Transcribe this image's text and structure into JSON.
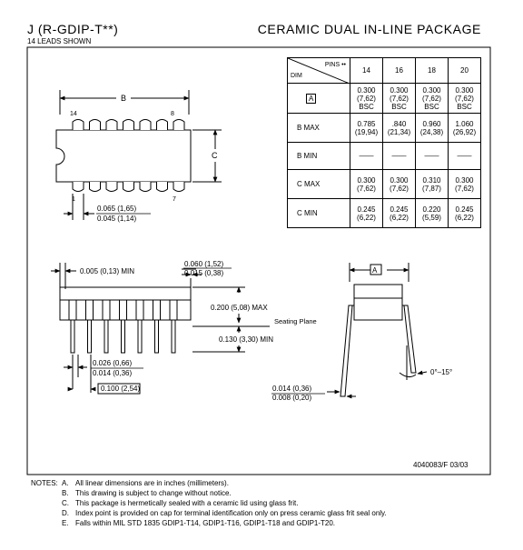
{
  "header": {
    "left_title": "J (R-GDIP-T**)",
    "left_subtitle": "14 LEADS SHOWN",
    "right_title": "CERAMIC DUAL IN-LINE PACKAGE"
  },
  "table": {
    "header_pins": "PINS ••",
    "header_dim": "DIM",
    "pins": [
      "14",
      "16",
      "18",
      "20"
    ],
    "rows": [
      {
        "label": "A",
        "values": [
          [
            "0.300",
            "(7,62)",
            "BSC"
          ],
          [
            "0.300",
            "(7,62)",
            "BSC"
          ],
          [
            "0.300",
            "(7,62)",
            "BSC"
          ],
          [
            "0.300",
            "(7,62)",
            "BSC"
          ]
        ]
      },
      {
        "label": "B  MAX",
        "values": [
          [
            "0.785",
            "(19,94)"
          ],
          [
            ".840",
            "(21,34)"
          ],
          [
            "0.960",
            "(24,38)"
          ],
          [
            "1.060",
            "(26,92)"
          ]
        ]
      },
      {
        "label": "B  MIN",
        "values": [
          [
            "——"
          ],
          [
            "——"
          ],
          [
            "——"
          ],
          [
            "——"
          ]
        ]
      },
      {
        "label": "C  MAX",
        "values": [
          [
            "0.300",
            "(7,62)"
          ],
          [
            "0.300",
            "(7,62)"
          ],
          [
            "0.310",
            "(7,87)"
          ],
          [
            "0.300",
            "(7,62)"
          ]
        ]
      },
      {
        "label": "C  MIN",
        "values": [
          [
            "0.245",
            "(6,22)"
          ],
          [
            "0.245",
            "(6,22)"
          ],
          [
            "0.220",
            "(5,59)"
          ],
          [
            "0.245",
            "(6,22)"
          ]
        ]
      }
    ]
  },
  "top_view": {
    "dim_b": "B",
    "dim_c": "C",
    "pin_14": "14",
    "pin_8": "8",
    "pin_1": "1",
    "pin_7": "7",
    "lead_width_max": "0.065 (1,65)",
    "lead_width_min": "0.045 (1,14)"
  },
  "side_view": {
    "end_clearance": "0.005 (0,13) MIN",
    "shoulder_max": "0.060 (1,52)",
    "shoulder_min": "0.015 (0,38)",
    "height_max": "0.200 (5,08) MAX",
    "seating_plane": "Seating Plane",
    "lead_length_min": "0.130 (3,30) MIN",
    "lead_dia_max": "0.026 (0,66)",
    "lead_dia_min": "0.014 (0,36)",
    "pitch": "0.100 (2,54)"
  },
  "end_view": {
    "dim_a": "A",
    "angle": "0°–15°",
    "lead_thick_max": "0.014 (0,36)",
    "lead_thick_min": "0.008 (0,20)"
  },
  "drawing_number": "4040083/F 03/03",
  "notes": {
    "label": "NOTES:",
    "items": [
      {
        "key": "A.",
        "text": "All linear dimensions are in inches (millimeters)."
      },
      {
        "key": "B.",
        "text": "This drawing is subject to change without notice."
      },
      {
        "key": "C.",
        "text": "This package is hermetically sealed with a ceramic lid using glass frit."
      },
      {
        "key": "D.",
        "text": "Index point is provided on cap for terminal identification only on press ceramic glass frit seal only."
      },
      {
        "key": "E.",
        "text": "Falls within MIL STD 1835 GDIP1-T14, GDIP1-T16, GDIP1-T18 and GDIP1-T20."
      }
    ]
  }
}
